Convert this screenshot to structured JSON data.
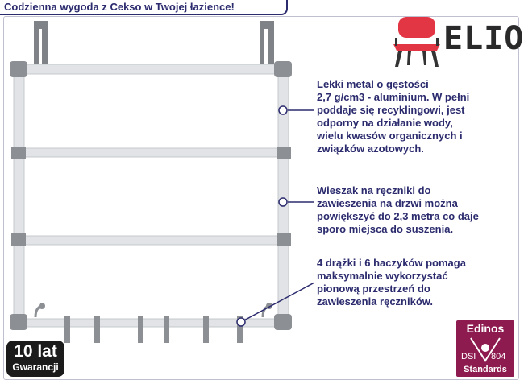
{
  "banner": {
    "text": "Codzienna wygoda z Cekso w Twojej łazience!"
  },
  "brand": {
    "name": "ELIOR",
    "logo_icon": "chair-icon",
    "color": "#e23645"
  },
  "descriptions": [
    {
      "text": "Lekki metal o gęstości\n2,7 g/cm3 - aluminium. W pełni\npoddaje się recyklingowi, jest\nodporny na działanie wody,\nwielu kwasów organicznych i\nzwiązków azotowych."
    },
    {
      "text": "Wieszak na ręczniki do\nzawieszenia na drzwi można\npowiększyć do 2,3 metra co daje\nsporo miejsca do suszenia."
    },
    {
      "text": "4 drążki i 6 haczyków pomaga\nmaksymalnie wykorzystać\npionową przestrzeń do\nzawieszenia ręczników."
    }
  ],
  "warranty": {
    "big": "10 lat",
    "small": "Gwarancji"
  },
  "badge": {
    "title": "Edinos",
    "left": "DSI",
    "right": "804",
    "bottom": "Standards",
    "color": "#8e1b4f"
  },
  "colors": {
    "text": "#2b2b6e",
    "rail": "#dfe1e4",
    "joint": "#8c8c8c"
  }
}
